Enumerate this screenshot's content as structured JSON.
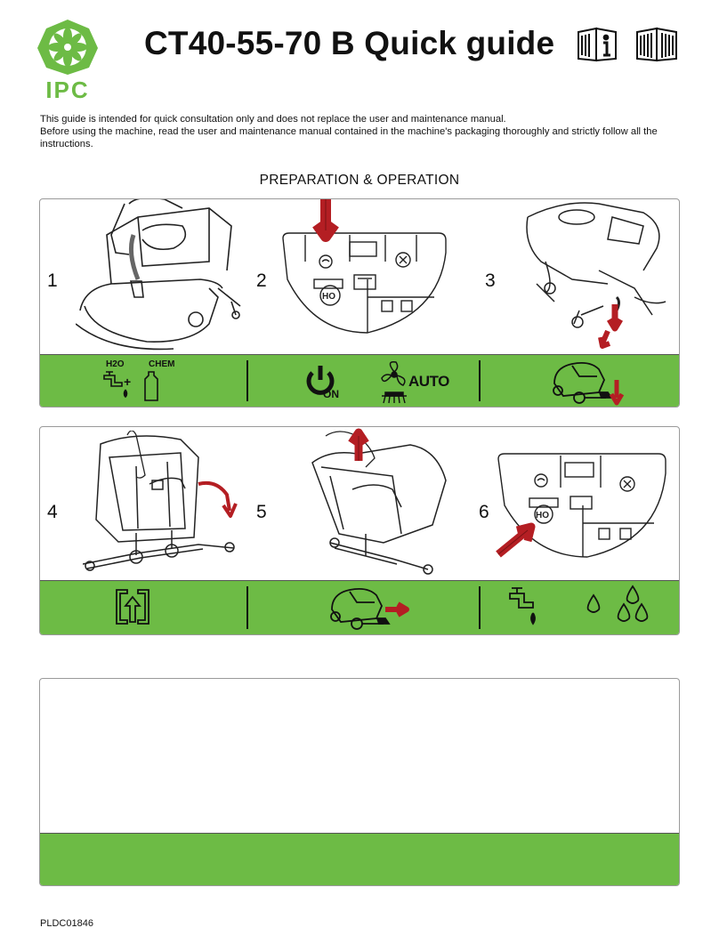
{
  "header": {
    "logo_text": "IPC",
    "title": "CT40-55-70 B Quick guide",
    "manual_icon": "info-book-icon",
    "book_icon": "open-book-icon"
  },
  "intro": {
    "line1": "This guide is intended for quick consultation only and does not replace the user and maintenance manual.",
    "line2": "Before using the machine, read the user and maintenance manual contained in the machine's packaging thoroughly and strictly follow all the instructions."
  },
  "section": {
    "title": "PREPARATION & OPERATION"
  },
  "panel1": {
    "steps": [
      {
        "number": "1",
        "illustration": "fill-tank-illustration"
      },
      {
        "number": "2",
        "illustration": "control-panel-power-illustration"
      },
      {
        "number": "3",
        "illustration": "lower-brush-pedal-illustration"
      }
    ],
    "bar": {
      "water_label": "H2O",
      "plus": "+",
      "chem_label": "CHEM",
      "on_label": "ON",
      "auto_label": "AUTO"
    }
  },
  "panel2": {
    "steps": [
      {
        "number": "4",
        "illustration": "squeegee-lever-illustration"
      },
      {
        "number": "5",
        "illustration": "squeegee-lift-illustration"
      },
      {
        "number": "6",
        "illustration": "control-panel-water-illustration"
      }
    ],
    "control_label": "HO"
  },
  "footer": {
    "code": "PLDC01846"
  },
  "colors": {
    "green": "#6dbb45",
    "arrow_red": "#b41e23"
  }
}
